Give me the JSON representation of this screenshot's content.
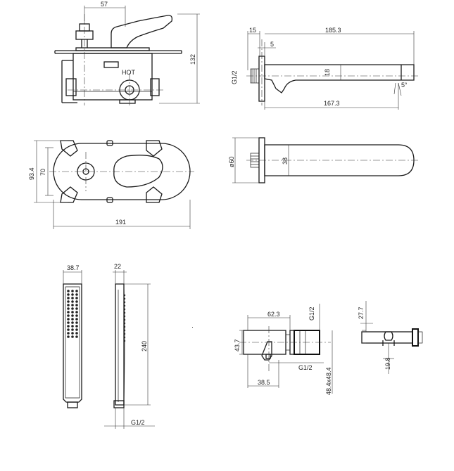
{
  "dimensions": {
    "valve_width": "57",
    "valve_height": "132",
    "hot_label": "HOT",
    "spout_len": "185.3",
    "spout_15": "15",
    "spout_5": "5",
    "spout_thread": "G1/2",
    "spout_18": "18",
    "spout_angle": "5°",
    "spout_167": "167.3",
    "plate_93": "93.4",
    "plate_70": "70",
    "plate_191": "191",
    "spout_dia": "ø60",
    "spout_38": "38",
    "hand_38": "38.7",
    "hand_22": "22",
    "hand_240": "240",
    "hand_thread": "G1/2",
    "elbow_62": "62.3",
    "elbow_thread_top": "G1/2",
    "elbow_43": "43.7",
    "elbow_thread_mid": "G1/2",
    "elbow_38": "38.5",
    "elbow_48": "48.4x48.4",
    "holder_27": "27.7",
    "holder_19": "19.8"
  }
}
